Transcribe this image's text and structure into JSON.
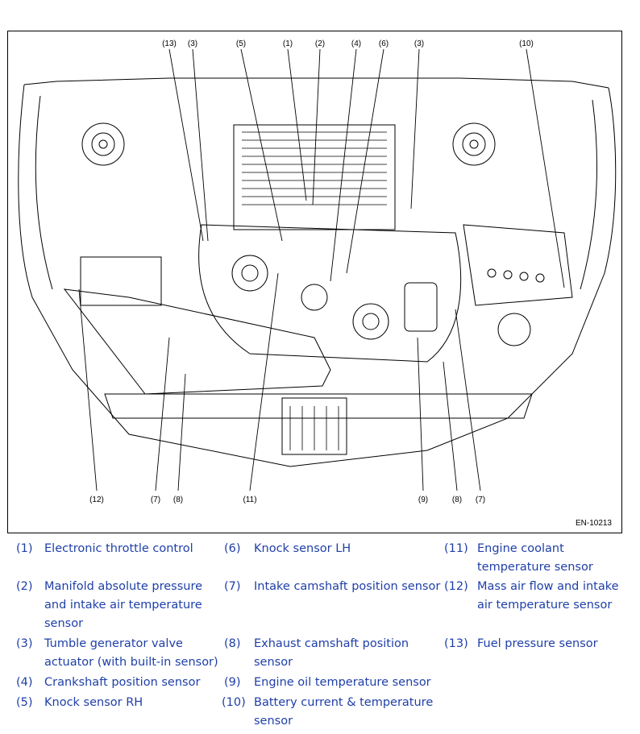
{
  "figure": {
    "id_label": "EN-10213",
    "top_callouts": [
      "(13)",
      "(3)",
      "(5)",
      "(1)",
      "(2)",
      "(4)",
      "(6)",
      "(3)",
      "(10)"
    ],
    "bottom_callouts": [
      "(12)",
      "(7)",
      "(8)",
      "(11)",
      "(9)",
      "(8)",
      "(7)"
    ]
  },
  "legend": [
    {
      "num": "(1)",
      "text": "Electronic throttle control"
    },
    {
      "num": "(2)",
      "text": "Manifold absolute pressure and intake air temperature sensor"
    },
    {
      "num": "(3)",
      "text": "Tumble generator valve actuator (with built-in sensor)"
    },
    {
      "num": "(4)",
      "text": "Crankshaft position sensor"
    },
    {
      "num": "(5)",
      "text": "Knock sensor RH"
    },
    {
      "num": "(6)",
      "text": "Knock sensor LH"
    },
    {
      "num": "(7)",
      "text": "Intake camshaft position sensor"
    },
    {
      "num": "(8)",
      "text": "Exhaust camshaft position sensor"
    },
    {
      "num": "(9)",
      "text": "Engine oil temperature sensor"
    },
    {
      "num": "(10)",
      "text": "Battery current & temperature sensor"
    },
    {
      "num": "(11)",
      "text": "Engine coolant temperature sensor"
    },
    {
      "num": "(12)",
      "text": "Mass air flow and intake air temperature sensor"
    },
    {
      "num": "(13)",
      "text": "Fuel pressure sensor"
    }
  ],
  "colors": {
    "legend_text": "#1f3fa8",
    "line": "#000000"
  }
}
